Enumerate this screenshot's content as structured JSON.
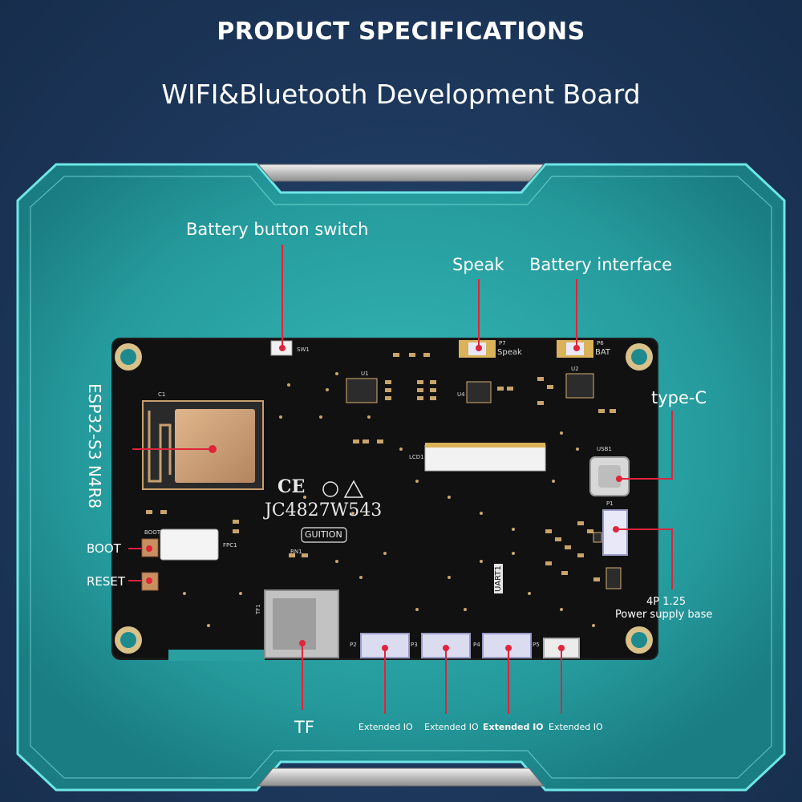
{
  "header": {
    "title": "PRODUCT SPECIFICATIONS",
    "subtitle": "WIFI&Bluetooth Development Board"
  },
  "labels": {
    "battery_button_switch": "Battery button switch",
    "speak": "Speak",
    "battery_interface": "Battery interface",
    "type_c": "type-C",
    "esp32": "ESP32-S3 N4R8",
    "boot": "BOOT",
    "reset": "RESET",
    "power_line1": "4P 1.25",
    "power_line2": "Power supply base",
    "tf": "TF",
    "extended_io_1": "Extended IO",
    "extended_io_2": "Extended IO",
    "extended_io_3": "Extended IO",
    "extended_io_4": "Extended IO"
  },
  "board": {
    "model": "JC4827W543",
    "logo": "GUITION",
    "ce_mark": "CE",
    "silk": {
      "sw1": "SW1",
      "speak": "Speak",
      "bat": "BAT",
      "p7": "P7",
      "p6": "P6",
      "u1": "U1",
      "u2": "U2",
      "u4": "U4",
      "lcd1": "LCD1",
      "usb1": "USB1",
      "p1": "P1",
      "fpc1": "FPC1",
      "boot": "BOOT",
      "uart1": "UART1",
      "tf1": "TF1",
      "p2": "P2",
      "p3": "P3",
      "p4": "P4",
      "p5": "P5",
      "c1": "C1",
      "rn1": "RN1"
    }
  },
  "colors": {
    "background": "#1c3558",
    "frame_teal": "#2bb0b2",
    "frame_edge": "#5fe0e0",
    "board": "#121212",
    "callout_red": "#e0243a",
    "metal": "#c9c9c9"
  }
}
